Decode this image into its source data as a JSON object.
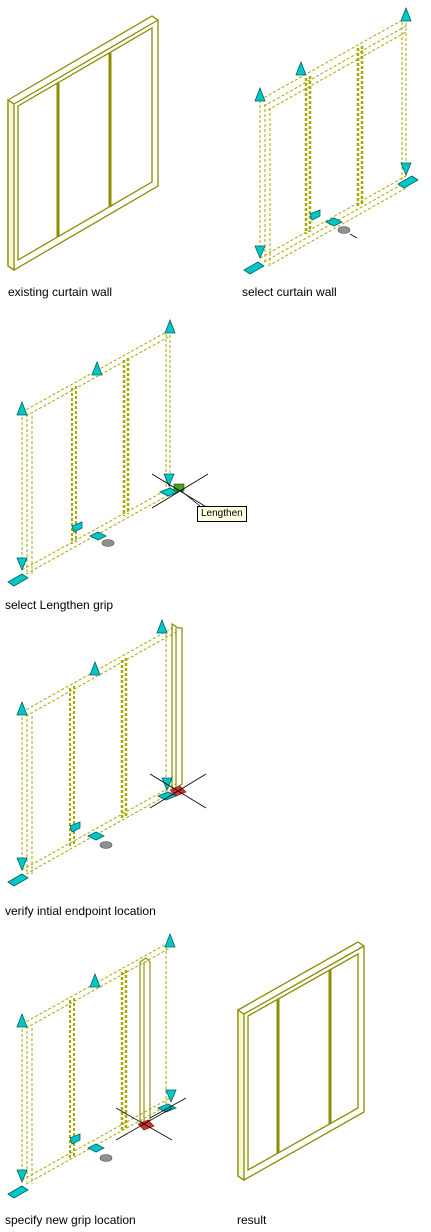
{
  "steps": [
    {
      "caption": "existing curtain wall"
    },
    {
      "caption": "select curtain wall"
    },
    {
      "caption": "select Lengthen grip",
      "tooltip": "Lengthen"
    },
    {
      "caption": "verify intial endpoint location"
    },
    {
      "caption": "specify new grip location"
    },
    {
      "caption": "result"
    }
  ],
  "colors": {
    "wall": "#8c8c00",
    "wall_dash": "#a8a800",
    "grip": "#00c8c8",
    "grip_edge": "#006060",
    "marker": "#d03030",
    "endpoint": "#909090"
  },
  "icons": [
    "cyan-triangle-grip-icon",
    "cyan-diamond-grip-icon",
    "crosshair-cursor-icon"
  ]
}
